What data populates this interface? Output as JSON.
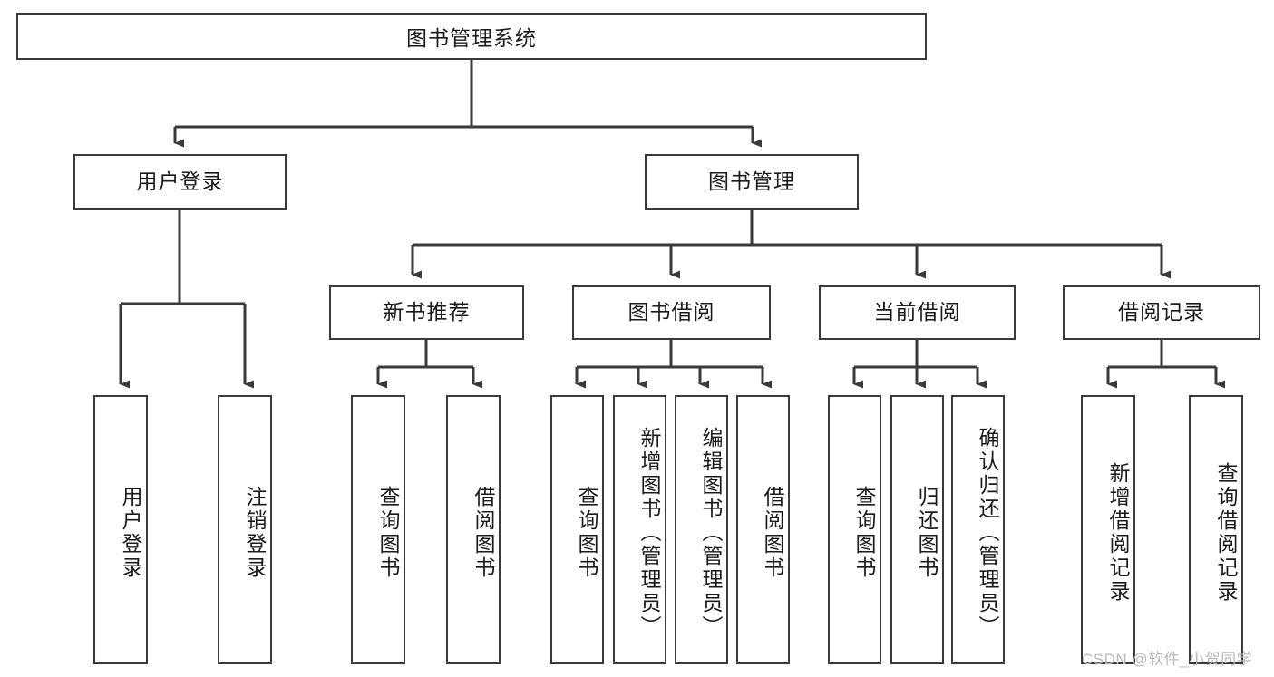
{
  "diagram": {
    "title": "图书管理系统",
    "type": "tree-hierarchy",
    "orientation": "top-down",
    "colors": {
      "box_border": "#3a3a3a",
      "box_fill": "#ffffff",
      "connector": "#3a3a3a",
      "text": "#1b1b1b",
      "watermark": "#b9b9b9",
      "background": "#ffffff"
    },
    "root": {
      "label": "图书管理系统"
    },
    "level2": [
      {
        "label": "用户登录"
      },
      {
        "label": "图书管理"
      }
    ],
    "level3": [
      {
        "label": "新书推荐"
      },
      {
        "label": "图书借阅"
      },
      {
        "label": "当前借阅"
      },
      {
        "label": "借阅记录"
      }
    ],
    "leaves": {
      "user_login": [
        {
          "label": "用户登录"
        },
        {
          "label": "注销登录"
        }
      ],
      "new_book_recommend": [
        {
          "label": "查询图书"
        },
        {
          "label": "借阅图书"
        }
      ],
      "book_borrow": [
        {
          "label": "查询图书"
        },
        {
          "label": "新增图书（管理员）"
        },
        {
          "label": "编辑图书（管理员）"
        },
        {
          "label": "借阅图书"
        }
      ],
      "current_borrow": [
        {
          "label": "查询图书"
        },
        {
          "label": "归还图书"
        },
        {
          "label": "确认归还（管理员）"
        }
      ],
      "borrow_record": [
        {
          "label": "新增借阅记录"
        },
        {
          "label": "查询借阅记录"
        }
      ]
    },
    "watermark": "CSDN @软件_小贺同学"
  }
}
